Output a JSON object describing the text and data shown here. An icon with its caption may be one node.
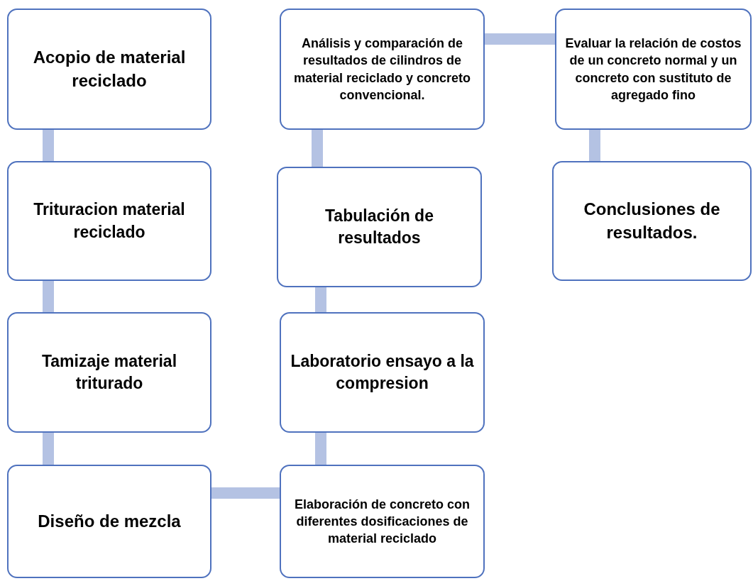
{
  "diagram": {
    "nodes": [
      {
        "text": [
          "Acopio de material reciclado"
        ]
      },
      {
        "text": [
          "Trituracion material reciclado"
        ]
      },
      {
        "text": [
          "Tamizaje material triturado"
        ]
      },
      {
        "text": [
          "Diseño de mezcla"
        ]
      },
      {
        "text": [
          "Elaboración  de concreto con diferentes dosificaciones de material reciclado"
        ]
      },
      {
        "text": [
          "Laboratorio ensayo a la compresion"
        ]
      },
      {
        "text": [
          "Tabulación de resultados"
        ]
      },
      {
        "text": [
          "Análisis y comparación de resultados de cilindros de material reciclado y concreto convencional."
        ]
      },
      {
        "text": [
          "Evaluar la relación de costos de un concreto normal y un concreto con sustituto de agregado fino"
        ]
      },
      {
        "text": [
          "Conclusiones de resultados."
        ]
      }
    ],
    "edges": [
      {
        "from": 0,
        "to": 1,
        "arrow": "none"
      },
      {
        "from": 1,
        "to": 2,
        "arrow": "none"
      },
      {
        "from": 2,
        "to": 3,
        "arrow": "none"
      },
      {
        "from": 3,
        "to": 4,
        "arrow": "none"
      },
      {
        "from": 4,
        "to": 5,
        "arrow": "none"
      },
      {
        "from": 5,
        "to": 6,
        "arrow": "none"
      },
      {
        "from": 6,
        "to": 7,
        "arrow": "none"
      },
      {
        "from": 7,
        "to": 8,
        "arrow": "none"
      },
      {
        "from": 8,
        "to": 9,
        "arrow": "none"
      }
    ]
  }
}
